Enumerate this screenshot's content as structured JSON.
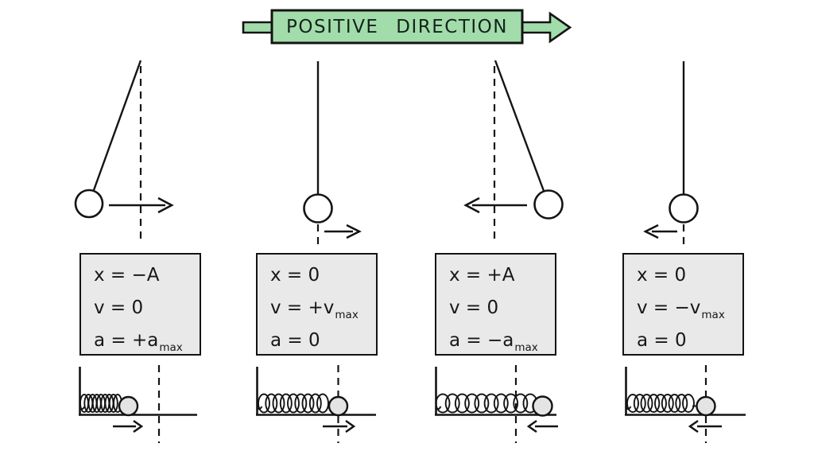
{
  "banner": {
    "label": "POSITIVE DIRECTION"
  },
  "columns": [
    {
      "name": "left-extreme",
      "pendulum": {
        "bob_position": "left of equilibrium",
        "arrow": "right"
      },
      "equations": [
        {
          "main": "x = −A",
          "sub": ""
        },
        {
          "main": "v = 0",
          "sub": ""
        },
        {
          "main": "a = +a",
          "sub": "max"
        }
      ],
      "spring": {
        "state": "compressed",
        "arrow": "right"
      }
    },
    {
      "name": "equilibrium-moving-right",
      "pendulum": {
        "bob_position": "at equilibrium",
        "arrow": "right"
      },
      "equations": [
        {
          "main": "x = 0",
          "sub": ""
        },
        {
          "main": "v = +v",
          "sub": "max"
        },
        {
          "main": "a = 0",
          "sub": ""
        }
      ],
      "spring": {
        "state": "natural length",
        "arrow": "right"
      }
    },
    {
      "name": "right-extreme",
      "pendulum": {
        "bob_position": "right of equilibrium",
        "arrow": "left"
      },
      "equations": [
        {
          "main": "x = +A",
          "sub": ""
        },
        {
          "main": "v = 0",
          "sub": ""
        },
        {
          "main": "a = −a",
          "sub": "max"
        }
      ],
      "spring": {
        "state": "stretched",
        "arrow": "left"
      }
    },
    {
      "name": "equilibrium-moving-left",
      "pendulum": {
        "bob_position": "at equilibrium",
        "arrow": "left"
      },
      "equations": [
        {
          "main": "x = 0",
          "sub": ""
        },
        {
          "main": "v = −v",
          "sub": "max"
        },
        {
          "main": "a = 0",
          "sub": ""
        }
      ],
      "spring": {
        "state": "natural length",
        "arrow": "left"
      }
    }
  ],
  "colors": {
    "banner_green": "#a3dcab",
    "outline": "#141414",
    "equation_box_bg": "#e9e9e9",
    "ball_fill": "#e4e4e4",
    "bob_fill": "#ffffff",
    "background": "#ffffff"
  }
}
